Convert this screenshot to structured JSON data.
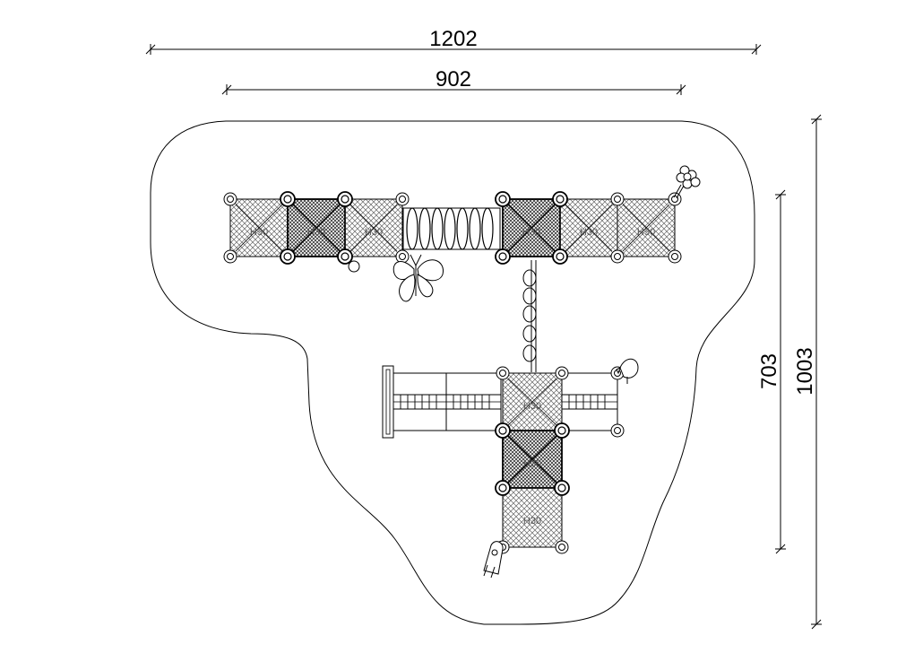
{
  "dimensions": {
    "top_outer": "1202",
    "top_inner": "902",
    "right_inner": "703",
    "right_outer": "1003"
  },
  "platform_label": "H30",
  "colors": {
    "line": "#000000",
    "mesh": "#555555",
    "background": "#ffffff"
  },
  "icons": [
    "butterfly-icon",
    "flower-icon",
    "bird-icon",
    "rocket-icon"
  ]
}
